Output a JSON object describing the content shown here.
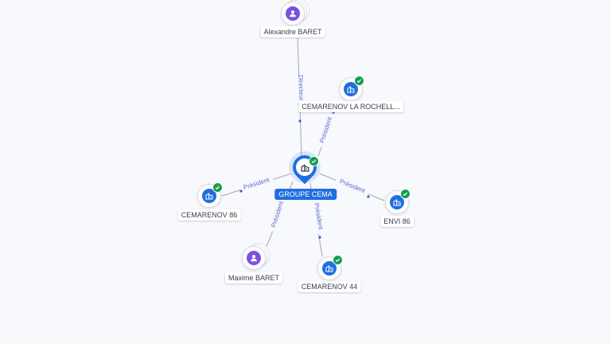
{
  "center": {
    "label": "GROUPE CEMA",
    "icon": "building-icon",
    "verified": true
  },
  "nodes": [
    {
      "id": "alexandre",
      "label": "Alexandre BARET",
      "kind": "person",
      "icon": "person-icon",
      "verified": false
    },
    {
      "id": "rochelle",
      "label": "CEMARENOV LA ROCHELL...",
      "kind": "company",
      "icon": "building-icon",
      "verified": true
    },
    {
      "id": "cemarenov86",
      "label": "CEMARENOV 86",
      "kind": "company",
      "icon": "building-icon",
      "verified": true
    },
    {
      "id": "envi86",
      "label": "ENVI 86",
      "kind": "company",
      "icon": "building-icon",
      "verified": true
    },
    {
      "id": "maxime",
      "label": "Maxime BARET",
      "kind": "person",
      "icon": "person-icon",
      "verified": false
    },
    {
      "id": "cemarenov44",
      "label": "CEMARENOV 44",
      "kind": "company",
      "icon": "building-icon",
      "verified": true
    }
  ],
  "edges": [
    {
      "from": "alexandre",
      "to": "center",
      "label": "Directeur g..."
    },
    {
      "from": "center",
      "to": "rochelle",
      "label": "Président"
    },
    {
      "from": "center",
      "to": "cemarenov86",
      "label": "Président"
    },
    {
      "from": "center",
      "to": "envi86",
      "label": "Président"
    },
    {
      "from": "center",
      "to": "maxime",
      "label": "Président"
    },
    {
      "from": "center",
      "to": "cemarenov44",
      "label": "Président"
    }
  ],
  "colors": {
    "company": "#1f6fe0",
    "person": "#7b50e2",
    "verified": "#179c52",
    "edge_label": "#5b6ad0"
  }
}
